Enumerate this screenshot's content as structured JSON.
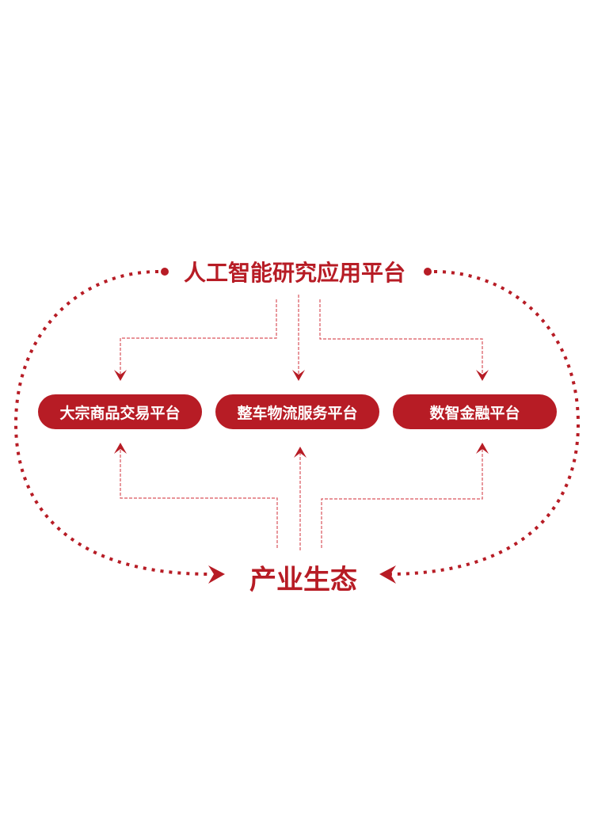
{
  "colors": {
    "accent": "#b71c25",
    "dash": "#d9535c"
  },
  "top": {
    "title": "人工智能研究应用平台"
  },
  "platforms": [
    {
      "label": "大宗商品交易平台"
    },
    {
      "label": "整车物流服务平台"
    },
    {
      "label": "数智金融平台"
    }
  ],
  "bottom": {
    "title": "产业生态"
  }
}
